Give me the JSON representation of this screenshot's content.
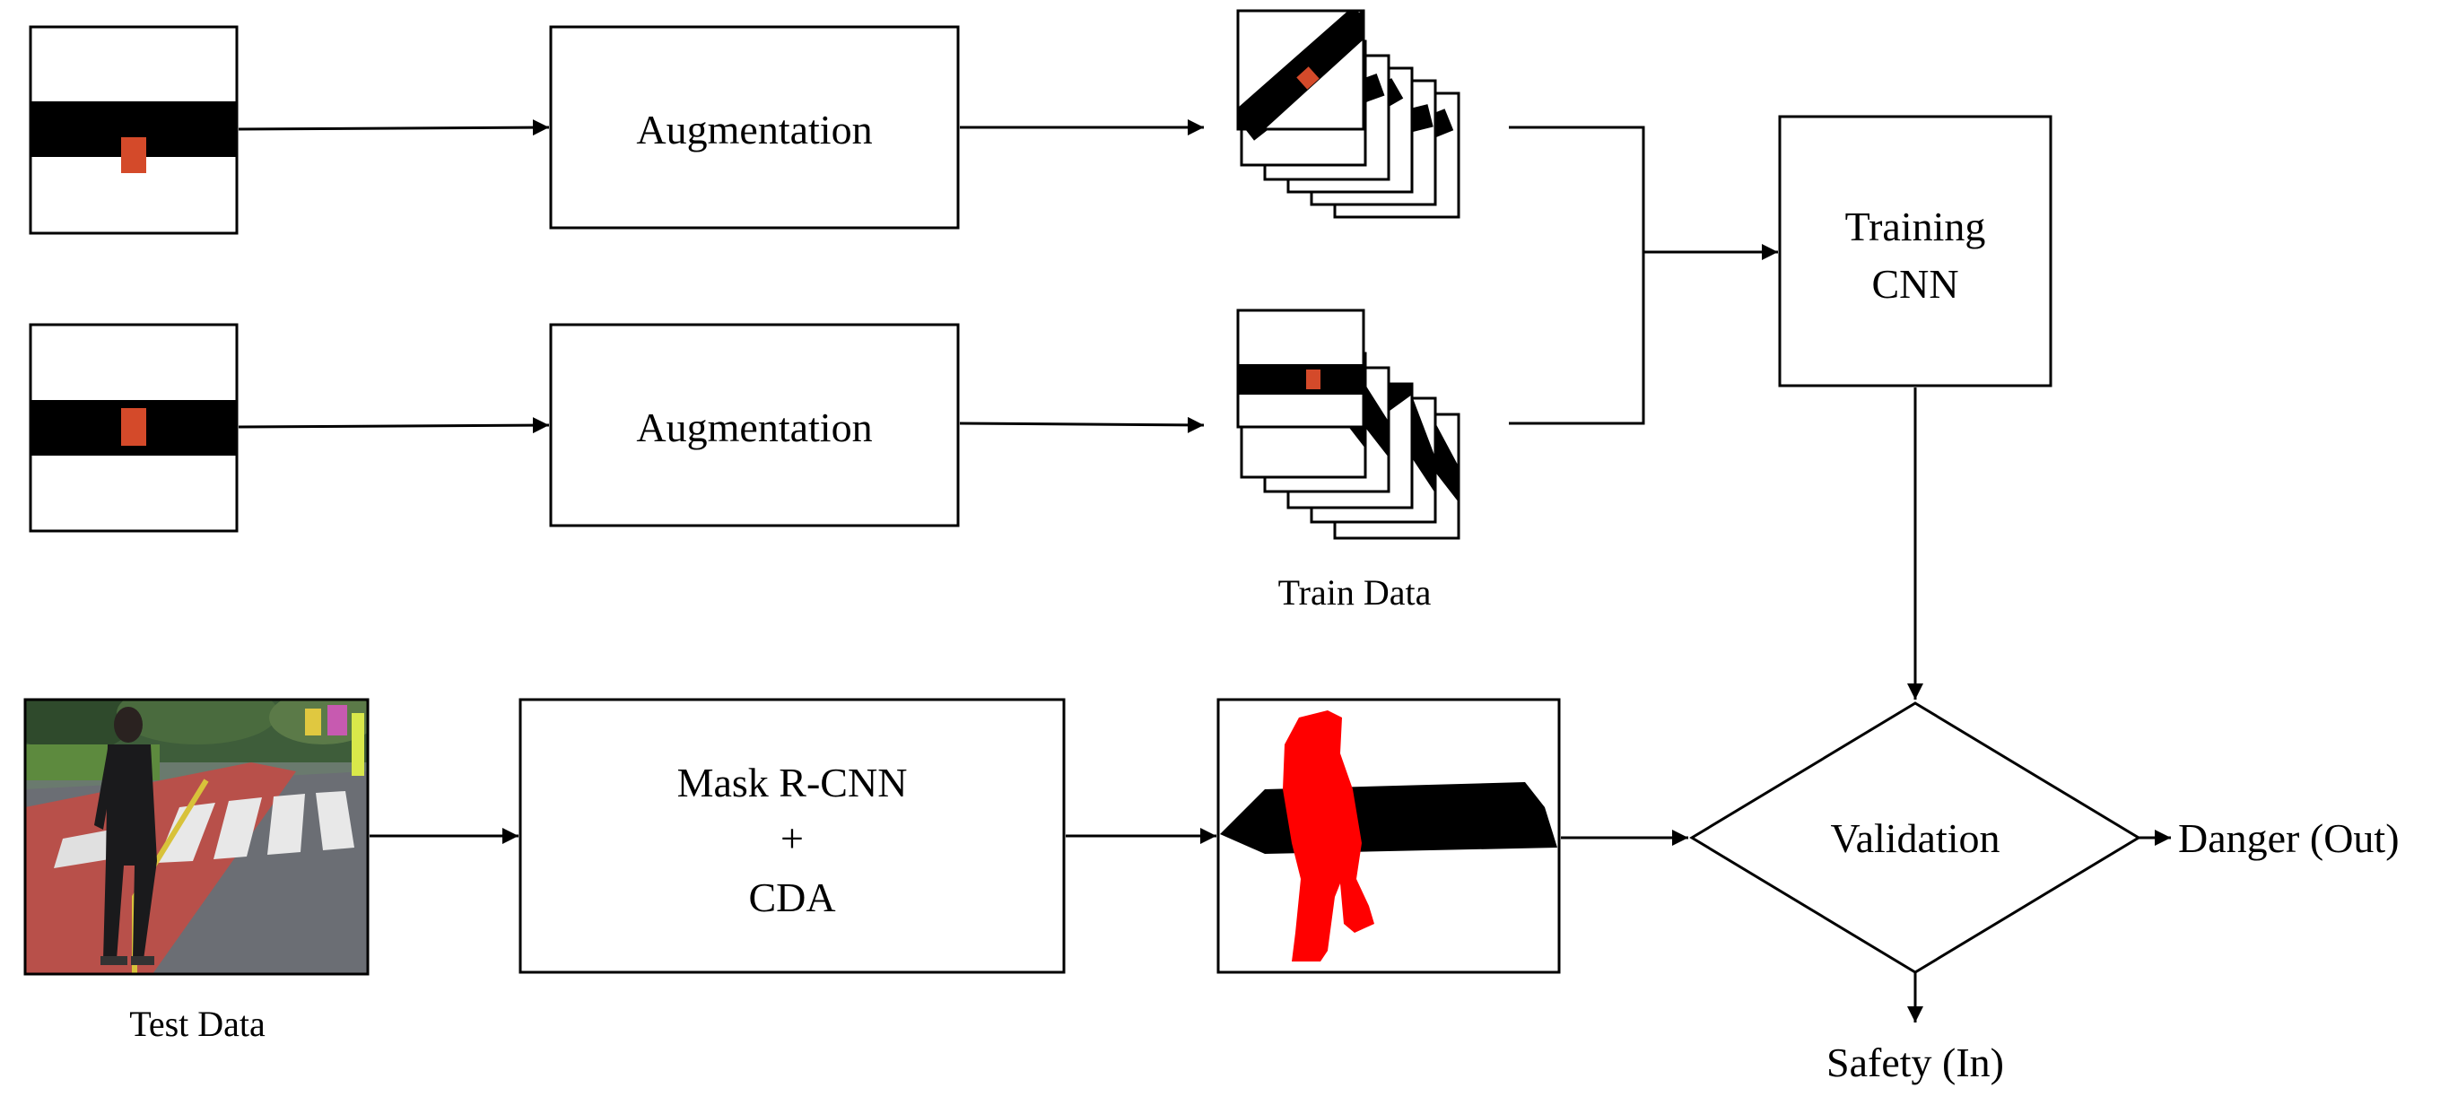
{
  "diagram": {
    "augmentation_top": "Augmentation",
    "augmentation_bottom": "Augmentation",
    "train_data": "Train Data",
    "training_line1": "Training",
    "training_line2": "CNN",
    "mask_line1": "Mask R-CNN",
    "mask_line2": "+",
    "mask_line3": "CDA",
    "test_data": "Test Data",
    "validation": "Validation",
    "danger": "Danger (Out)",
    "safety": "Safety (In)"
  },
  "colors": {
    "stroke": "#000000",
    "marker": "#d44a2a",
    "mask_person": "#ff0000",
    "mask_crosswalk": "#000000"
  },
  "icons": {
    "input_crosswalk_1": "crosswalk-band-with-marker",
    "input_crosswalk_2": "crosswalk-band-with-marker",
    "train_stack_1": "stacked-augmented-images",
    "train_stack_2": "stacked-augmented-images",
    "test_photo": "street-photo-person-crosswalk",
    "mask_output": "segmentation-mask"
  }
}
